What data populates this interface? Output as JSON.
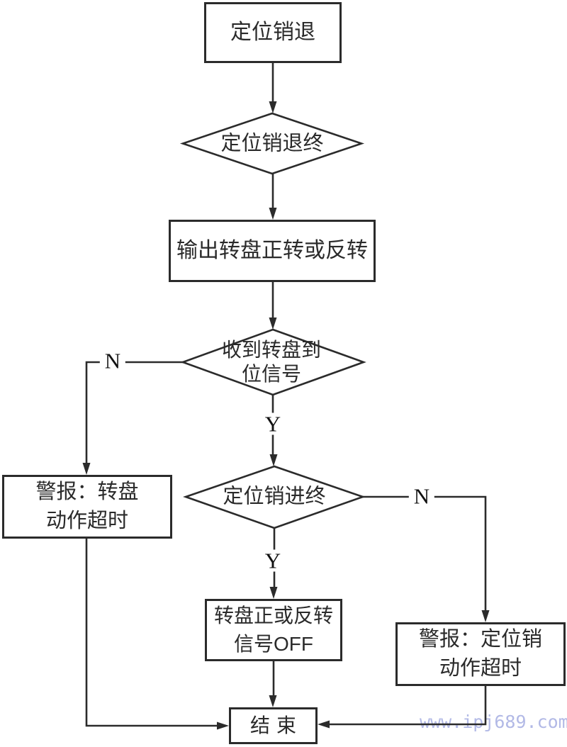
{
  "nodes": {
    "start": {
      "label": "定位销退"
    },
    "pin_retract_end": {
      "label": "定位销退终"
    },
    "output_rotation": {
      "label": "输出转盘正转或反转"
    },
    "inposition_signal": {
      "line1": "收到转盘到",
      "line2": "位信号"
    },
    "alarm_turntable": {
      "line1": "警报：转盘",
      "line2": "动作超时"
    },
    "pin_advance_end": {
      "label": "定位销进终"
    },
    "signal_off": {
      "line1": "转盘正或反转",
      "line2": "信号OFF"
    },
    "alarm_pin": {
      "line1": "警报：定位销",
      "line2": "动作超时"
    },
    "end": {
      "label": "结束"
    }
  },
  "branches": {
    "n_turntable": "N",
    "y_turntable": "Y",
    "n_pin": "N",
    "y_pin": "Y"
  },
  "watermark": {
    "text": "www.ipj689.com"
  },
  "colors": {
    "line": "#2b2b2b",
    "text": "#2a2a2a",
    "watermark": "#b2b9e6",
    "background": "#ffffff"
  }
}
